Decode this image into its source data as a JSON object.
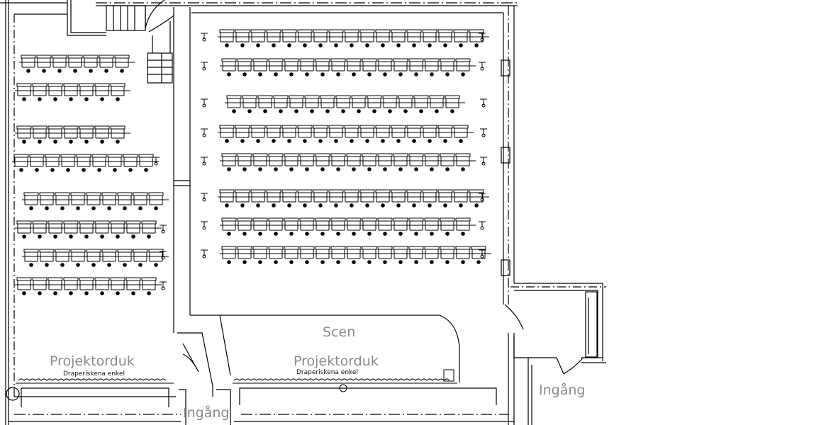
{
  "labels": {
    "stage": "Scen",
    "screen_left": "Projektorduk",
    "screen_right": "Projektorduk",
    "drape_left": "Draperiskena enkel",
    "drape_right": "Draperiskena enkel",
    "entrance_bottom": "Ingång",
    "entrance_right": "Ingång"
  },
  "seating": {
    "left_section_rows": [
      7,
      7,
      7,
      9,
      9,
      9,
      9,
      9
    ],
    "right_section_rows": [
      17,
      16,
      15,
      16,
      16,
      17,
      16,
      17
    ]
  },
  "colors": {
    "line": "#000000",
    "label": "#8a8a8a"
  }
}
